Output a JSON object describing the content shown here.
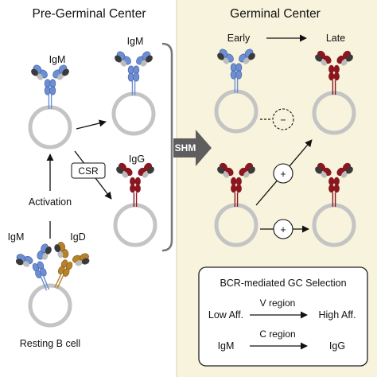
{
  "titles": {
    "pre_gc": "Pre-Germinal Center",
    "gc": "Germinal Center"
  },
  "labels": {
    "igm": "IgM",
    "igd": "IgD",
    "igg": "IgG",
    "activation": "Activation",
    "resting": "Resting B cell",
    "csr": "CSR",
    "shm": "SHM",
    "early": "Early",
    "late": "Late",
    "minus": "−",
    "plus": "+"
  },
  "selection_box": {
    "title": "BCR-mediated GC Selection",
    "row1": {
      "left": "Low Aff.",
      "mid": "V region",
      "right": "High Aff."
    },
    "row2": {
      "left": "IgM",
      "mid": "C region",
      "right": "IgG"
    }
  },
  "colors": {
    "gc_panel": "#f7f3dc",
    "igm_blue": "#6d8fd1",
    "igg_red": "#8a1620",
    "igd_gold": "#b8822a",
    "light_chain": "#3a3a3a",
    "cell_ring": "#c4c4c4",
    "arrow_gray": "#555555"
  }
}
